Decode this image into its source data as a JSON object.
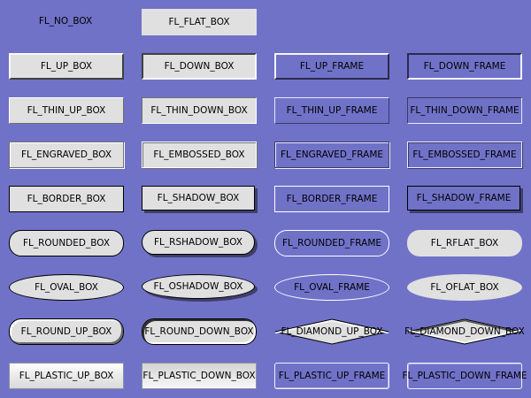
{
  "background_color": "#7072c8",
  "boxes": {
    "fl_no_box": "FL_NO_BOX",
    "fl_flat_box": "FL_FLAT_BOX",
    "fl_up_box": "FL_UP_BOX",
    "fl_down_box": "FL_DOWN_BOX",
    "fl_up_frame": "FL_UP_FRAME",
    "fl_down_frame": "FL_DOWN_FRAME",
    "fl_thin_up_box": "FL_THIN_UP_BOX",
    "fl_thin_down_box": "FL_THIN_DOWN_BOX",
    "fl_thin_up_frame": "FL_THIN_UP_FRAME",
    "fl_thin_down_frame": "FL_THIN_DOWN_FRAME",
    "fl_engraved_box": "FL_ENGRAVED_BOX",
    "fl_embossed_box": "FL_EMBOSSED_BOX",
    "fl_engraved_frame": "FL_ENGRAVED_FRAME",
    "fl_embossed_frame": "FL_EMBOSSED_FRAME",
    "fl_border_box": "FL_BORDER_BOX",
    "fl_shadow_box": "FL_SHADOW_BOX",
    "fl_border_frame": "FL_BORDER_FRAME",
    "fl_shadow_frame": "FL_SHADOW_FRAME",
    "fl_rounded_box": "FL_ROUNDED_BOX",
    "fl_rshadow_box": "FL_RSHADOW_BOX",
    "fl_rounded_frame": "FL_ROUNDED_FRAME",
    "fl_rflat_box": "FL_RFLAT_BOX",
    "fl_oval_box": "FL_OVAL_BOX",
    "fl_oshadow_box": "FL_OSHADOW_BOX",
    "fl_oval_frame": "FL_OVAL_FRAME",
    "fl_oflat_box": "FL_OFLAT_BOX",
    "fl_round_up_box": "FL_ROUND_UP_BOX",
    "fl_round_down_box": "FL_ROUND_DOWN_BOX",
    "fl_diamond_up_box": "FL_DIAMOND_UP_BOX",
    "fl_diamond_down_box": "FL_DIAMOND_DOWN_BOX",
    "fl_plastic_up_box": "FL_PLASTIC_UP_BOX",
    "fl_plastic_down_box": "FL_PLASTIC_DOWN_BOX",
    "fl_plastic_up_frame": "FL_PLASTIC_UP_FRAME",
    "fl_plastic_down_frame": "FL_PLASTIC_DOWN_FRAME"
  }
}
